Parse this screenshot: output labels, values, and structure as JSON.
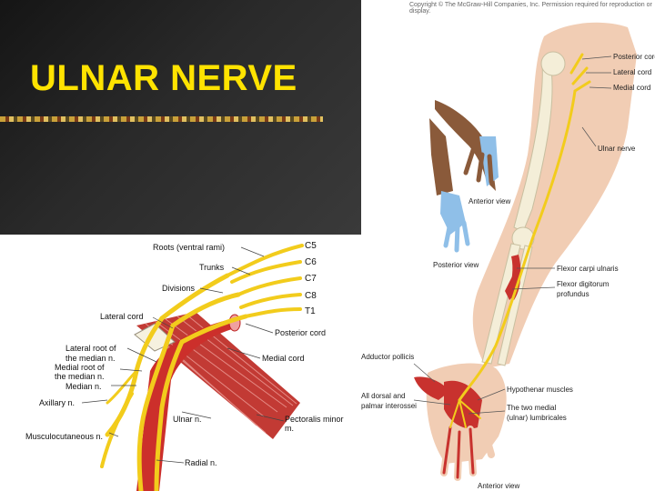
{
  "slide": {
    "title": "ULNAR NERVE",
    "title_color": "#ffe300",
    "panel_color": "#222222"
  },
  "brachial_plexus": {
    "labels": {
      "roots": "Roots (ventral rami)",
      "c5": "C5",
      "c6": "C6",
      "c7": "C7",
      "c8": "C8",
      "t1": "T1",
      "trunks": "Trunks",
      "divisions": "Divisions",
      "lateral_cord": "Lateral cord",
      "posterior_cord": "Posterior cord",
      "medial_cord": "Medial cord",
      "lateral_root_1": "Lateral root of",
      "lateral_root_2": "the median n.",
      "medial_root_1": "Medial root of",
      "medial_root_2": "the median n.",
      "median": "Median n.",
      "axillary": "Axillary n.",
      "ulnar": "Ulnar n.",
      "pectoralis_1": "Pectoralis minor",
      "pectoralis_2": "m.",
      "musculocutaneous": "Musculocutaneous n.",
      "radial": "Radial n."
    }
  },
  "arm_figure": {
    "copyright": "Copyright © The McGraw-Hill Companies, Inc. Permission required for reproduction or display.",
    "labels": {
      "posterior_cord": "Posterior cord",
      "lateral_cord": "Lateral cord",
      "medial_cord": "Medial cord",
      "ulnar_nerve": "Ulnar nerve",
      "anterior_view_small": "Anterior view",
      "posterior_view": "Posterior view",
      "fcu": "Flexor carpi ulnaris",
      "fdp_1": "Flexor digitorum",
      "fdp_2": "profundus",
      "adductor": "Adductor pollicis",
      "hypothenar": "Hypothenar muscles",
      "interossei_1": "All dorsal and",
      "interossei_2": "palmar interossei",
      "lumbricals_1": "The two medial",
      "lumbricals_2": "(ulnar) lumbricales",
      "anterior_view_bottom": "Anterior view"
    }
  },
  "colors": {
    "nerve": "#f2cc1c",
    "muscle": "#c8322e",
    "skin": "#f1cdb4",
    "bone": "#f4eed8",
    "sensory_blue": "#8fbfe8"
  }
}
